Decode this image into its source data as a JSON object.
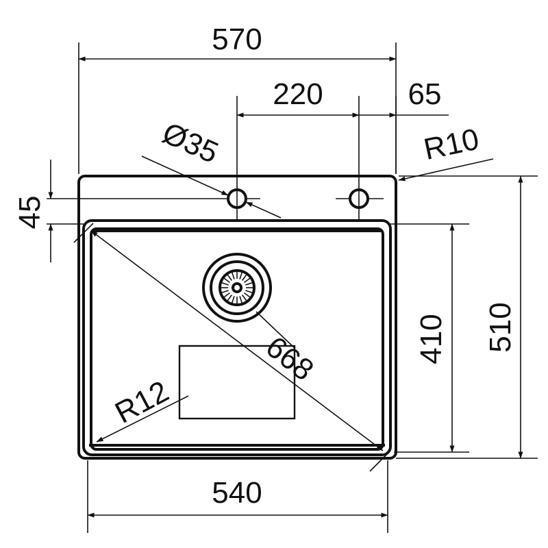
{
  "drawing": {
    "subject": "sink-technical-drawing",
    "colors": {
      "line": "#111111",
      "background": "#ffffff"
    },
    "dimensions": {
      "overall_width": "570",
      "tap_hole_spacing": "220",
      "tap_hole_edge_offset": "65",
      "tap_hole_diameter": "Ø35",
      "corner_radius_outer": "R10",
      "tap_hole_row_offset": "45",
      "overall_depth": "510",
      "bowl_depth": "410",
      "bowl_diagonal": "668",
      "corner_radius_bowl": "R12",
      "bowl_width": "540"
    }
  }
}
